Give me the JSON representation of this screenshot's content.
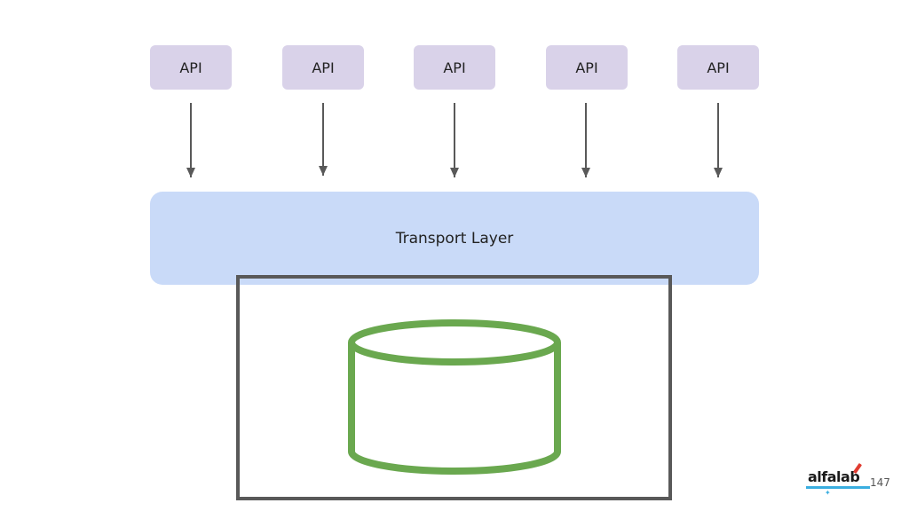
{
  "diagram": {
    "api_nodes": [
      {
        "label": "API"
      },
      {
        "label": "API"
      },
      {
        "label": "API"
      },
      {
        "label": "API"
      },
      {
        "label": "API"
      }
    ],
    "transport_layer": {
      "label": "Transport Layer"
    },
    "storage": {
      "icon": "database-cylinder-icon"
    }
  },
  "colors": {
    "api_fill": "#d9d2e9",
    "transport_fill": "#c9daf8",
    "arrow": "#595959",
    "container_border": "#595959",
    "database": "#6aa84f"
  },
  "logo": {
    "text": "alfalab"
  },
  "page_number": "147"
}
